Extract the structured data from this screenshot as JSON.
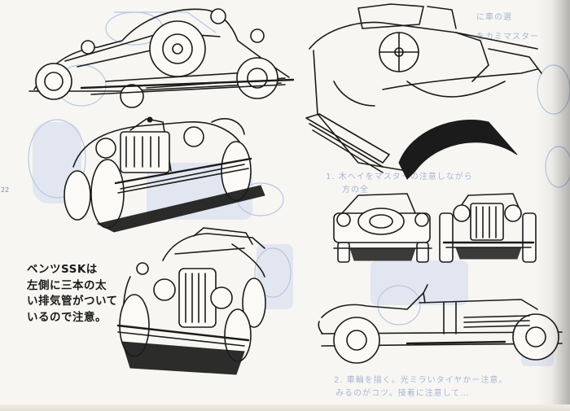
{
  "page": {
    "page_number": "22",
    "ssk_note": [
      "ベンツSSKは",
      "左側に三本の太",
      "い排気管がついて",
      "いるので注意。"
    ],
    "ghost_texts": {
      "top_right": [
        "に車の選",
        "をカミマスター"
      ],
      "middle_right": "1. 木ヘイをマスターの注意しながら",
      "middle_right_2": "方の全",
      "bottom_right": [
        "2. 車輪を描く。光ミラいタイヤかー注意。",
        "みるのがコツ。接着に注意して…"
      ]
    },
    "colors": {
      "paper": "#f7f6f2",
      "ink": "#1b1b1b",
      "show_through_blue": "#a8b6d6"
    }
  }
}
